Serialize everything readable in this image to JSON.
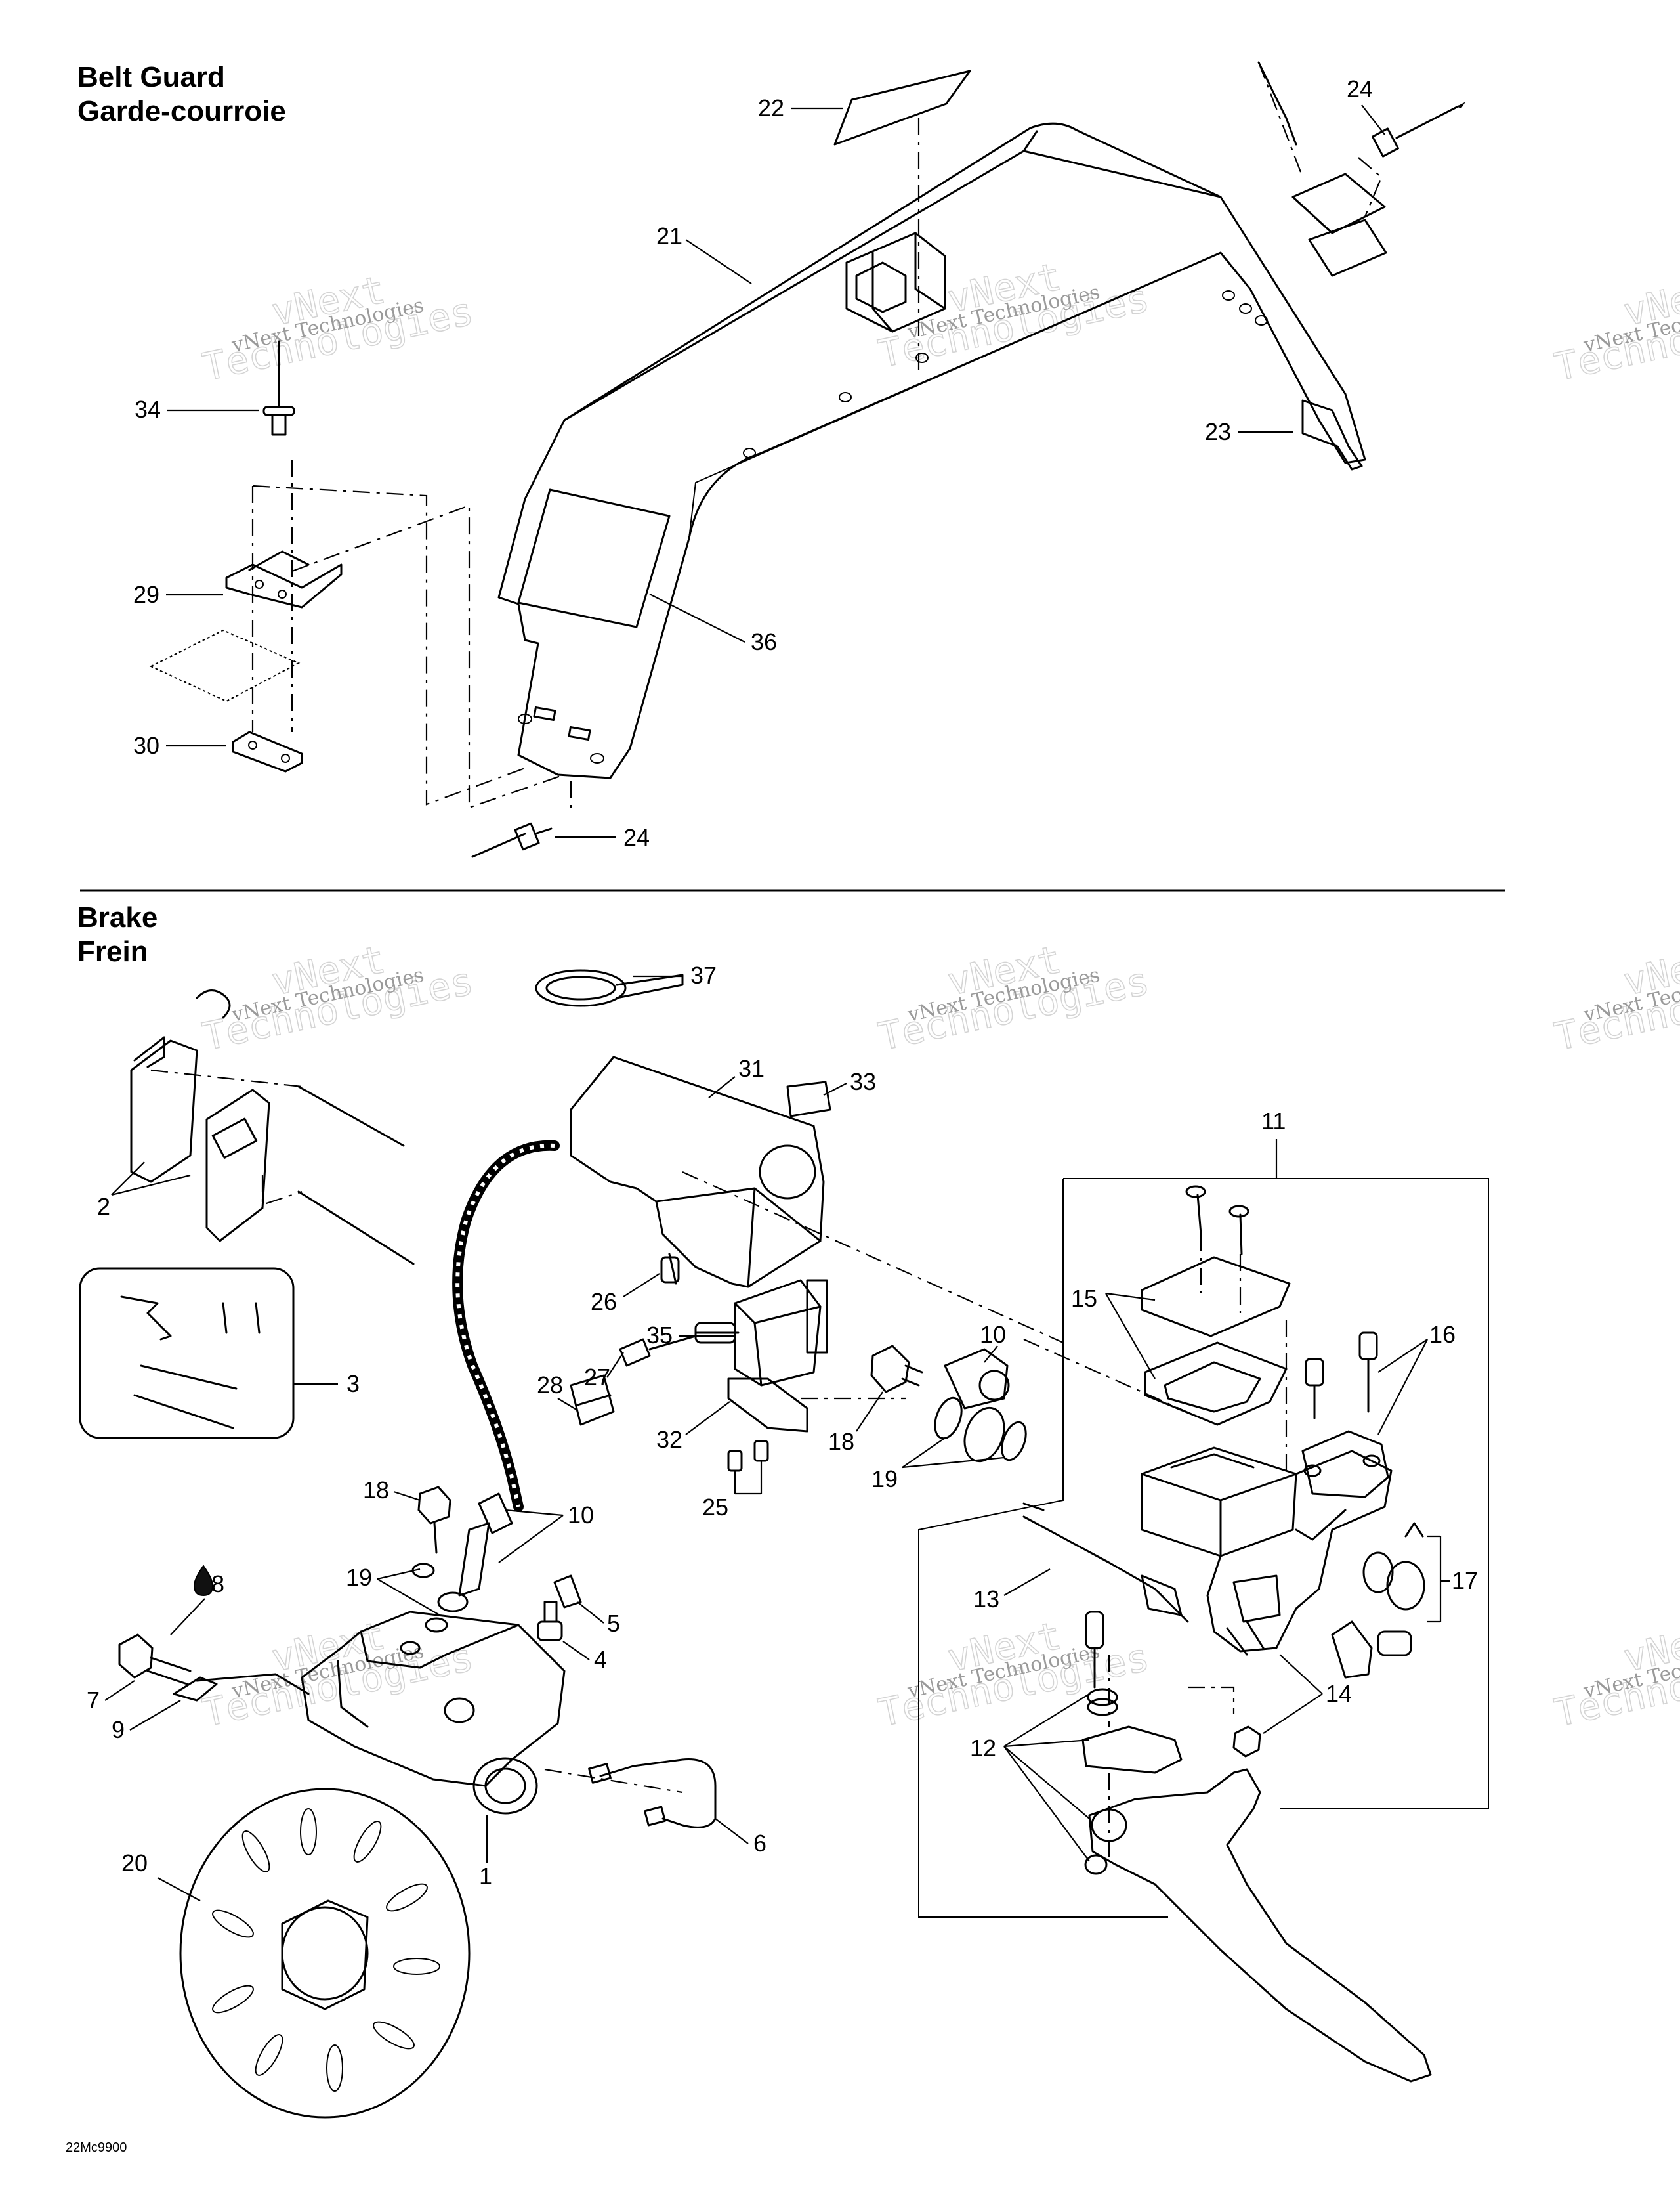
{
  "sections": {
    "belt_guard": {
      "title_en": "Belt Guard",
      "title_fr": "Garde-courroie"
    },
    "brake": {
      "title_en": "Brake",
      "title_fr": "Frein"
    }
  },
  "watermark": {
    "line1": "vNext",
    "line2": "Technologies",
    "small": "vNext Technologies"
  },
  "callouts": {
    "c1": "1",
    "c2": "2",
    "c3": "3",
    "c4": "4",
    "c5": "5",
    "c6": "6",
    "c7": "7",
    "c8": "8",
    "c9": "9",
    "c10a": "10",
    "c10b": "10",
    "c11": "11",
    "c12": "12",
    "c13": "13",
    "c14": "14",
    "c15": "15",
    "c16": "16",
    "c17": "17",
    "c18a": "18",
    "c18b": "18",
    "c19a": "19",
    "c19b": "19",
    "c20": "20",
    "c21": "21",
    "c22": "22",
    "c23": "23",
    "c24a": "24",
    "c24b": "24",
    "c25": "25",
    "c26": "26",
    "c27": "27",
    "c28": "28",
    "c29": "29",
    "c30": "30",
    "c31": "31",
    "c32": "32",
    "c33": "33",
    "c34": "34",
    "c35": "35",
    "c36": "36",
    "c37": "37"
  },
  "doc_id": "22Mc9900"
}
